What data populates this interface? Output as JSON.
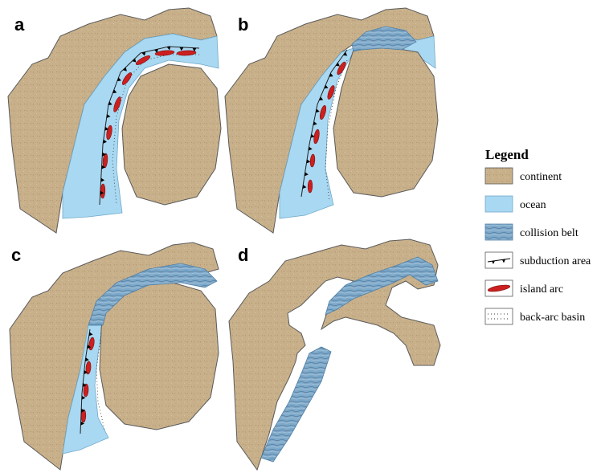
{
  "panels": [
    {
      "label": "a"
    },
    {
      "label": "b"
    },
    {
      "label": "c"
    },
    {
      "label": "d"
    }
  ],
  "legend": {
    "title": "Legend",
    "items": [
      {
        "label": "continent",
        "symbol": "continent"
      },
      {
        "label": "ocean",
        "symbol": "ocean"
      },
      {
        "label": "collision belt",
        "symbol": "collision"
      },
      {
        "label": "subduction area",
        "symbol": "subduction"
      },
      {
        "label": "island arc",
        "symbol": "arc"
      },
      {
        "label": "back-arc basin",
        "symbol": "backarc"
      }
    ]
  },
  "colors": {
    "continent": "#c8b08a",
    "ocean": "#a9d8f2",
    "collision": "#7ea9c9",
    "arc": "#cc1f1f",
    "outline": "#5a5a5a"
  }
}
